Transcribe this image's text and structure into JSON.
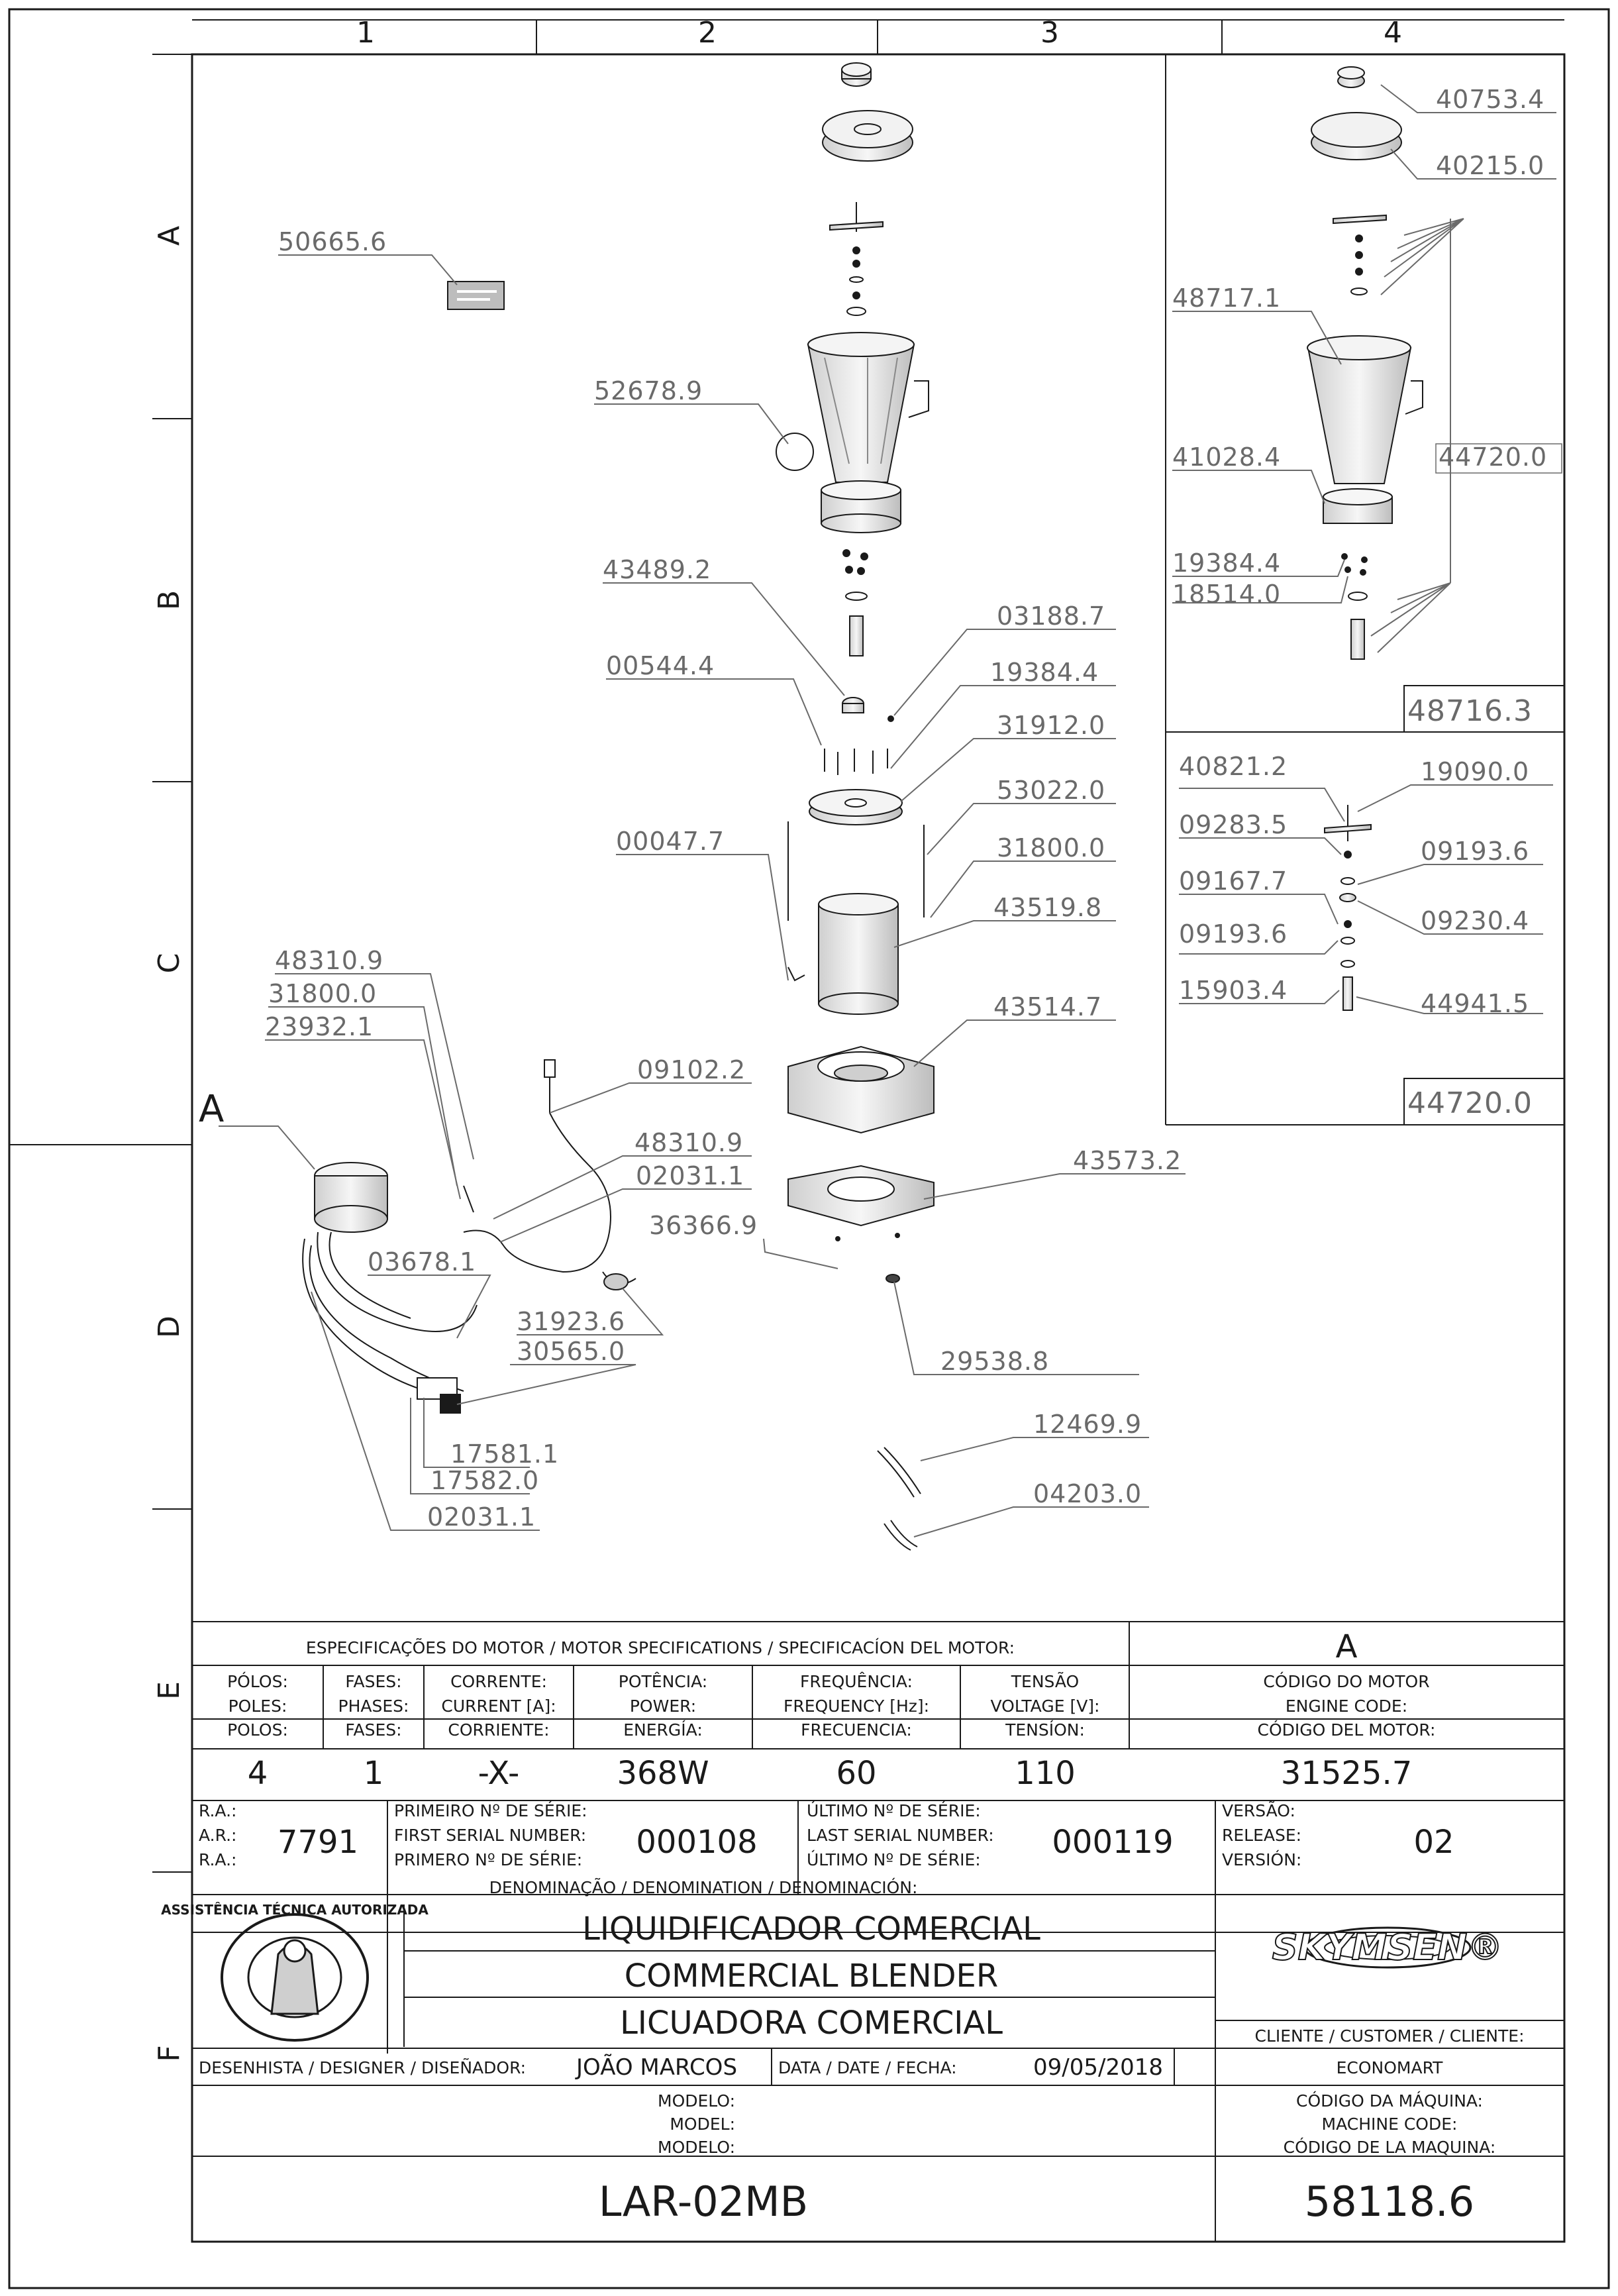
{
  "grid": {
    "columns": [
      "1",
      "2",
      "3",
      "4"
    ],
    "rows": [
      "A",
      "B",
      "C",
      "D",
      "E",
      "F"
    ]
  },
  "parts": [
    "50665.6",
    "52678.9",
    "43489.2",
    "03188.7",
    "00544.4",
    "19384.4",
    "31912.0",
    "53022.0",
    "00047.7",
    "31800.0",
    "43519.8",
    "43514.7",
    "48310.9",
    "31800.0",
    "23932.1",
    "09102.2",
    "48310.9",
    "02031.1",
    "36366.9",
    "43573.2",
    "03678.1",
    "31923.6",
    "30565.0",
    "29538.8",
    "12469.9",
    "04203.0",
    "17581.1",
    "17582.0",
    "02031.1"
  ],
  "detail_a_label": "A",
  "kit_top": {
    "parts": [
      "40753.4",
      "40215.0",
      "48717.1",
      "41028.4",
      "44720.0",
      "19384.4",
      "18514.0"
    ],
    "code": "48716.3"
  },
  "kit_bottom": {
    "parts": [
      "40821.2",
      "19090.0",
      "09283.5",
      "09193.6",
      "09167.7",
      "09230.4",
      "09193.6",
      "15903.4",
      "44941.5"
    ],
    "code": "44720.0"
  },
  "motor_spec": {
    "title": "ESPECIFICAÇÕES DO MOTOR / MOTOR SPECIFICATIONS / SPECIFICACÍON DEL MOTOR:",
    "ref": "A",
    "columns": [
      {
        "h": [
          "PÓLOS:",
          "POLES:",
          "POLOS:"
        ],
        "v": "4"
      },
      {
        "h": [
          "FASES:",
          "PHASES:",
          "FASES:"
        ],
        "v": "1"
      },
      {
        "h": [
          "CORRENTE:",
          "CURRENT [A]:",
          "CORRIENTE:"
        ],
        "v": "-X-"
      },
      {
        "h": [
          "POTÊNCIA:",
          "POWER:",
          "ENERGÍA:"
        ],
        "v": "368W"
      },
      {
        "h": [
          "FREQUÊNCIA:",
          "FREQUENCY [Hz]:",
          "FRECUENCIA:"
        ],
        "v": "60"
      },
      {
        "h": [
          "TENSÃO",
          "VOLTAGE [V]:",
          "TENSÍON:"
        ],
        "v": "110"
      },
      {
        "h": [
          "CÓDIGO DO MOTOR",
          "ENGINE CODE:",
          "CÓDIGO DEL MOTOR:"
        ],
        "v": "31525.7"
      }
    ]
  },
  "serials": {
    "ra_labels": [
      "R.A.:",
      "A.R.:",
      "R.A.:"
    ],
    "ra": "7791",
    "first_labels": [
      "PRIMEIRO Nº DE SÉRIE:",
      "FIRST SERIAL NUMBER:",
      "PRIMERO Nº DE SÉRIE:"
    ],
    "first": "000108",
    "last_labels": [
      "ÚLTIMO Nº DE SÉRIE:",
      "LAST SERIAL NUMBER:",
      "ÚLTIMO Nº DE SÉRIE:"
    ],
    "last": "000119",
    "version_labels": [
      "VERSÃO:",
      "RELEASE:",
      "VERSIÓN:"
    ],
    "version": "02"
  },
  "title_block": {
    "denomination_label": "DENOMINAÇÃO / DENOMINATION / DENOMINACIÓN:",
    "names": [
      "LIQUIDIFICADOR COMERCIAL",
      "COMMERCIAL BLENDER",
      "LICUADORA COMERCIAL"
    ],
    "brand": "SKYMSEN®",
    "stamp_text": "ASSISTÊNCIA TÉCNICA AUTORIZADA",
    "client_label": "CLIENTE / CUSTOMER / CLIENTE:",
    "client": "ECONOMART",
    "designer_label": "DESENHISTA / DESIGNER / DISEÑADOR:",
    "designer": "JOÃO MARCOS",
    "date_label": "DATA / DATE / FECHA:",
    "date": "09/05/2018",
    "model_labels": [
      "MODELO:",
      "MODEL:",
      "MODELO:"
    ],
    "model": "LAR-02MB",
    "machine_code_labels": [
      "CÓDIGO DA MÁQUINA:",
      "MACHINE CODE:",
      "CÓDIGO DE LA MAQUINA:"
    ],
    "machine_code": "58118.6"
  },
  "colors": {
    "line": "#1a1a1a",
    "callout": "#6a6a6a",
    "part_fill": "#e6e6e6"
  }
}
